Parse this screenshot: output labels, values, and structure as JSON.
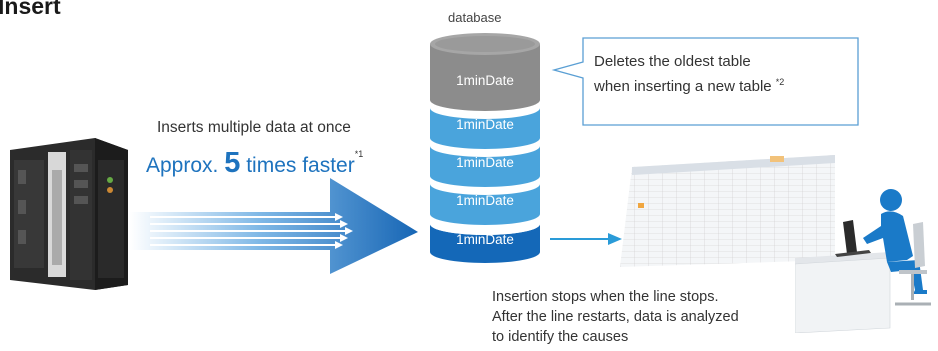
{
  "title": "Insert",
  "database_label": "database",
  "callout": {
    "line1": "Deletes the oldest table",
    "line2": "when inserting a new table",
    "note": "*2"
  },
  "inserts_text": "Inserts multiple data at once",
  "faster": {
    "prefix": "Approx.",
    "number": "5",
    "suffix": "times faster",
    "note": "*1"
  },
  "segments": [
    "1minDate",
    "1minDate",
    "1minDate",
    "1minDate",
    "1minDate"
  ],
  "bottom_text": {
    "line1": "Insertion stops when the line stops.",
    "line2": "After the line restarts, data is analyzed",
    "line3": "to identify the causes"
  },
  "colors": {
    "accent": "#1e73be",
    "segment_gray": "#8c8c8c",
    "segment_blue": "#4aa4dc",
    "segment_dark": "#1468b8"
  }
}
